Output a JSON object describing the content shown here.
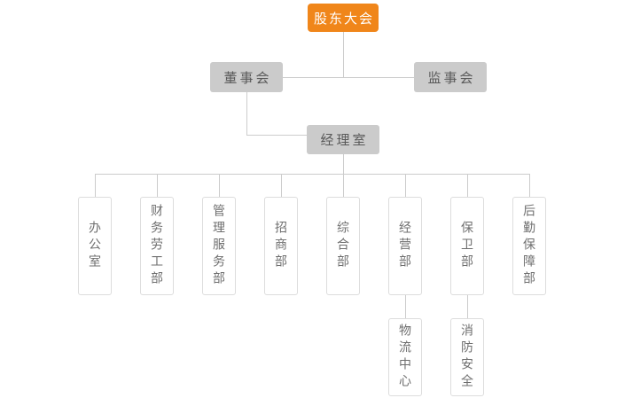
{
  "org_chart": {
    "root": {
      "label": "股东大会"
    },
    "level2": [
      {
        "label": "董事会"
      },
      {
        "label": "监事会"
      }
    ],
    "level3": [
      {
        "label": "经理室",
        "parent": "董事会"
      }
    ],
    "departments": [
      {
        "label": "办公室",
        "parent": "经理室"
      },
      {
        "label": "财务劳工部",
        "parent": "经理室"
      },
      {
        "label": "管理服务部",
        "parent": "经理室"
      },
      {
        "label": "招商部",
        "parent": "经理室"
      },
      {
        "label": "综合部",
        "parent": "经理室"
      },
      {
        "label": "经营部",
        "parent": "经理室"
      },
      {
        "label": "保卫部",
        "parent": "经理室"
      },
      {
        "label": "后勤保障部",
        "parent": "经理室"
      }
    ],
    "sub_departments": [
      {
        "label": "物流中心",
        "parent": "经营部"
      },
      {
        "label": "消防安全",
        "parent": "保卫部"
      }
    ]
  },
  "colors": {
    "root_background": "#F0861A",
    "root_text": "#FFFFFF",
    "branch_background": "#CBCBCB",
    "branch_text": "#595959",
    "leaf_background": "#FFFFFF",
    "leaf_border": "#DDDDDD",
    "leaf_text": "#6E6E6E",
    "connector": "#CCCCCC",
    "page_background": "#FFFFFF"
  }
}
